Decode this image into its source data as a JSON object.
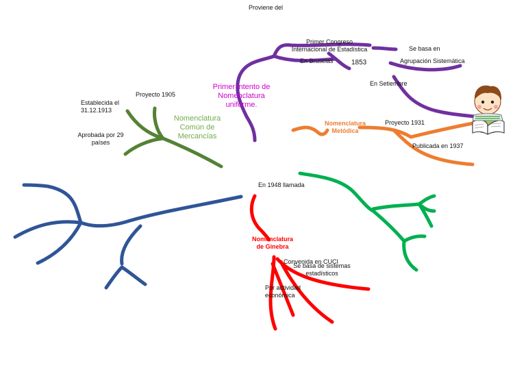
{
  "title": "Proviene del",
  "colors": {
    "purple": "#7030a0",
    "magenta": "#cc00cc",
    "green_olive": "#548235",
    "green_label": "#70ad47",
    "orange": "#ed7d31",
    "blue": "#2f5597",
    "bright_green": "#00b050",
    "red": "#ff0000"
  },
  "purple_branch": {
    "main_label": "Primer intento de Nomenclatura uniforme.",
    "congress": "Primer Congreso Internacional de Estadística",
    "brussels": "En Bruselas",
    "year": "1853",
    "based_on": "Se basa en",
    "grouping": "Agrupación Sistemática",
    "september": "En Setiembre"
  },
  "olive_branch": {
    "main_label": "Nomenclatura Común de Mercancías",
    "project": "Proyecto 1905",
    "established": "Establecida el 31.12.1913",
    "approved": "Aprobada por 29 países"
  },
  "orange_branch": {
    "main_label": "Nomenclatura Metódica",
    "project": "Proyecto 1931",
    "published": "Publicada en 1937"
  },
  "red_branch": {
    "called": "En 1948 llamada",
    "main_label": "Nomenclatura de Ginebra",
    "converted": "Convenida en CUCI",
    "based": "Se basa de sistemas estadísticos",
    "activity": "Por actividad económica"
  },
  "icons": [
    "boy-reading-icon"
  ]
}
